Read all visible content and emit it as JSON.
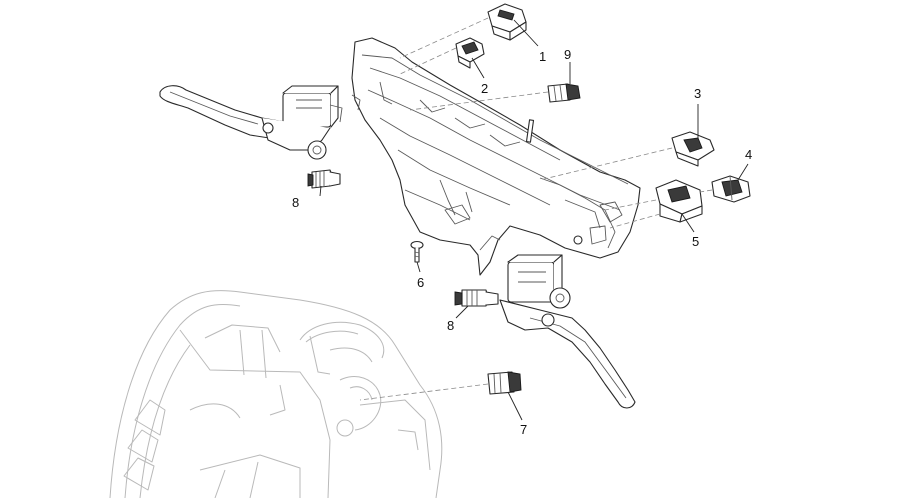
{
  "callouts": {
    "c1": "1",
    "c2": "2",
    "c3": "3",
    "c4": "4",
    "c5": "5",
    "c6": "6",
    "c7": "7",
    "c8a": "8",
    "c8b": "8",
    "c9": "9"
  },
  "colors": {
    "line": "#2a2a2a",
    "faint": "#b9b9b9",
    "dash": "#8a8a8a"
  }
}
